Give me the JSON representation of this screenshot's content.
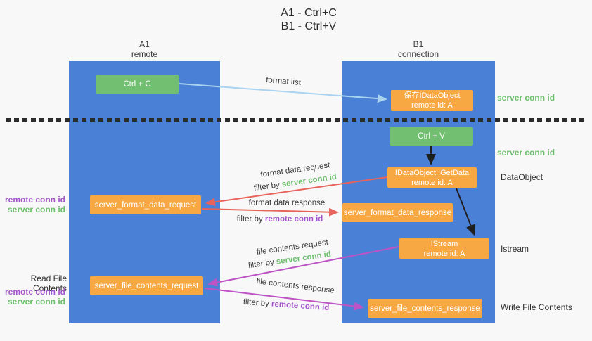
{
  "title": {
    "line1": "A1 - Ctrl+C",
    "line2": "B1 - Ctrl+V"
  },
  "columns": {
    "left": {
      "id": "A1",
      "role": "remote"
    },
    "right": {
      "id": "B1",
      "role": "connection"
    }
  },
  "boxes": {
    "ctrl_c": "Ctrl + C",
    "ctrl_v": "Ctrl + V",
    "save_idataobject": {
      "line1": "保存IDataObject",
      "line2": "remote id: A"
    },
    "getdata": {
      "line1": "IDataObject::GetData",
      "line2": "remote id: A"
    },
    "istream": {
      "line1": "IStream",
      "line2": "remote id: A"
    },
    "format_request": "server_format_data_request",
    "format_response": "server_format_data_response",
    "file_request": "server_file_contents_request",
    "file_response": "server_file_contents_response"
  },
  "arrow_labels": {
    "format_list": "format list",
    "format_data_request": "format data request",
    "format_data_response": "format data response",
    "file_contents_request": "file contents request",
    "file_contents_response": "file contents response",
    "filter_by": "filter by ",
    "server_conn_id": "server conn id",
    "remote_conn_id": "remote conn id"
  },
  "side_labels": {
    "server_conn_id": "server conn id",
    "remote_conn_id": "remote conn id",
    "dataobject": "DataObject",
    "istream": "Istream",
    "read_file_contents": "Read File Contents",
    "write_file_contents": "Write File Contents"
  },
  "colors": {
    "column_blue": "#4a80d6",
    "box_green": "#72bf72",
    "box_orange": "#f8a843",
    "arrow_lightblue": "#a9d3f0",
    "arrow_red": "#e8635a",
    "arrow_magenta": "#bd53c4",
    "arrow_black": "#1f1f1f",
    "label_green": "#6dbe6d",
    "label_purple": "#a455cb"
  }
}
